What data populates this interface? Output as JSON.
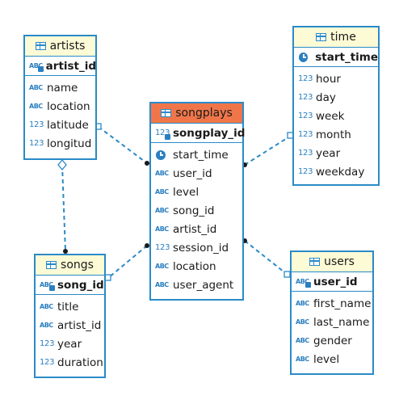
{
  "colors": {
    "border": "#2a8ac8",
    "dim_header": "#fdfbd6",
    "fact_header": "#f0764a",
    "type_icon": "#2a7fc0"
  },
  "tables": {
    "artists": {
      "name": "artists",
      "pk": [
        {
          "name": "artist_id",
          "type": "text-key-icon"
        }
      ],
      "columns": [
        {
          "name": "name",
          "type": "text-icon"
        },
        {
          "name": "location",
          "type": "text-icon"
        },
        {
          "name": "latitude",
          "type": "number-icon"
        },
        {
          "name": "longitud",
          "type": "number-icon"
        }
      ]
    },
    "time": {
      "name": "time",
      "pk": [
        {
          "name": "start_time",
          "type": "clock-key-icon"
        }
      ],
      "columns": [
        {
          "name": "hour",
          "type": "number-icon"
        },
        {
          "name": "day",
          "type": "number-icon"
        },
        {
          "name": "week",
          "type": "number-icon"
        },
        {
          "name": "month",
          "type": "number-icon"
        },
        {
          "name": "year",
          "type": "number-icon"
        },
        {
          "name": "weekday",
          "type": "number-icon"
        }
      ]
    },
    "songplays": {
      "name": "songplays",
      "pk": [
        {
          "name": "songplay_id",
          "type": "number-key-icon"
        }
      ],
      "columns": [
        {
          "name": "start_time",
          "type": "clock-icon"
        },
        {
          "name": "user_id",
          "type": "text-icon"
        },
        {
          "name": "level",
          "type": "text-icon"
        },
        {
          "name": "song_id",
          "type": "text-icon"
        },
        {
          "name": "artist_id",
          "type": "text-icon"
        },
        {
          "name": "session_id",
          "type": "number-icon"
        },
        {
          "name": "location",
          "type": "text-icon"
        },
        {
          "name": "user_agent",
          "type": "text-icon"
        }
      ]
    },
    "songs": {
      "name": "songs",
      "pk": [
        {
          "name": "song_id",
          "type": "text-key-icon"
        }
      ],
      "columns": [
        {
          "name": "title",
          "type": "text-icon"
        },
        {
          "name": "artist_id",
          "type": "text-icon"
        },
        {
          "name": "year",
          "type": "number-icon"
        },
        {
          "name": "duration",
          "type": "number-icon"
        }
      ]
    },
    "users": {
      "name": "users",
      "pk": [
        {
          "name": "user_id",
          "type": "text-key-icon"
        }
      ],
      "columns": [
        {
          "name": "first_name",
          "type": "text-icon"
        },
        {
          "name": "last_name",
          "type": "text-icon"
        },
        {
          "name": "gender",
          "type": "text-icon"
        },
        {
          "name": "level",
          "type": "text-icon"
        }
      ]
    }
  },
  "icon_glyphs": {
    "text": "ABC",
    "number": "123"
  },
  "relationships": [
    {
      "from": "songplays",
      "to": "artists"
    },
    {
      "from": "songplays",
      "to": "time"
    },
    {
      "from": "songplays",
      "to": "songs"
    },
    {
      "from": "songplays",
      "to": "users"
    },
    {
      "from": "songs",
      "to": "artists"
    }
  ]
}
